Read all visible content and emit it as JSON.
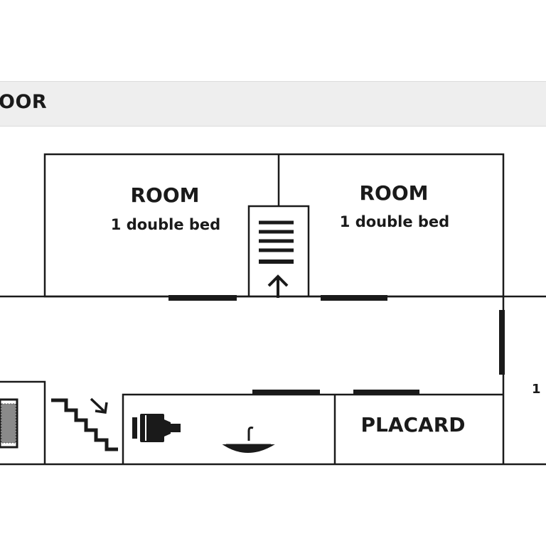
{
  "floor": {
    "label": "OOR"
  },
  "rooms": [
    {
      "title": "ROOM",
      "beds": "1 double bed"
    },
    {
      "title": "ROOM",
      "beds": "1 double bed"
    }
  ],
  "closet": {
    "label": "PLACARD"
  },
  "right_room": {
    "label_fragment": "1"
  },
  "icons": [
    "stairs-up-icon",
    "stairs-down-icon",
    "shower-icon",
    "boiler-icon",
    "sink-icon"
  ]
}
